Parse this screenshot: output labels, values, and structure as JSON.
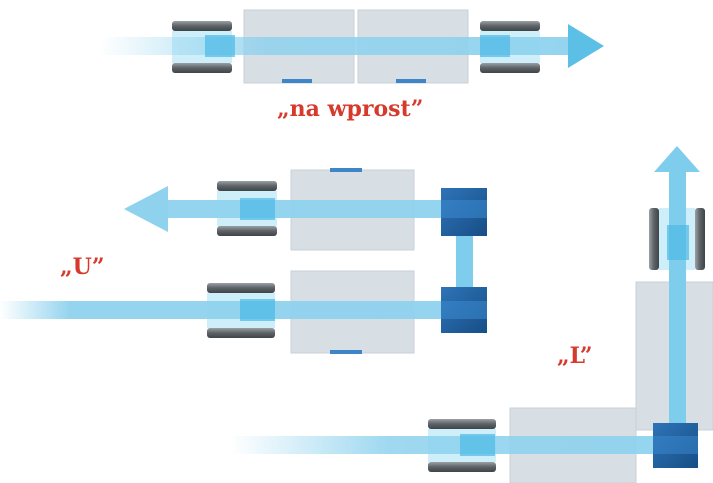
{
  "labels": {
    "straight": "„na wprost”",
    "u": "„U”",
    "l": "„L”"
  },
  "colors": {
    "label": "#d63a2c",
    "flow_light": "#8fd2ee",
    "flow_strong": "#5bbfe6",
    "housing": "#d7dee4",
    "housing_edge": "#c2cbd3",
    "marker": "#3f86c9",
    "elbow": "#1f5f9e",
    "flange": "#6f7478"
  },
  "icons": {
    "arrow_head": "arrow-head-icon",
    "elbow": "elbow-fitting-icon"
  }
}
